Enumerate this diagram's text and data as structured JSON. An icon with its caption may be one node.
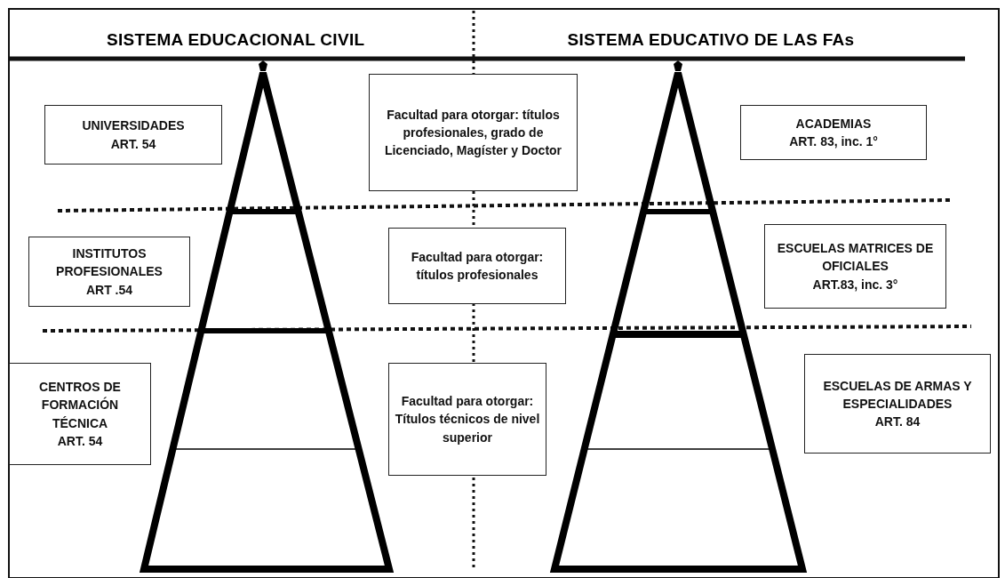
{
  "diagram": {
    "nodes": [
      {
        "text": [
          "UNIVERSIDADES",
          "ART.  54"
        ]
      },
      {
        "text": [
          "Facultad para otorgar: títulos profesionales, grado de Licenciado, Magíster y Doctor"
        ]
      },
      {
        "text": [
          "ACADEMIAS",
          "ART. 83, inc. 1°"
        ]
      },
      {
        "text": [
          "INSTITUTOS PROFESIONALES",
          "ART .54"
        ]
      },
      {
        "text": [
          "Facultad para otorgar: títulos profesionales"
        ]
      },
      {
        "text": [
          "ESCUELAS MATRICES DE OFICIALES",
          "ART.83, inc. 3°"
        ]
      },
      {
        "text": [
          "CENTROS DE FORMACIÓN TÉCNICA",
          "ART.  54"
        ]
      },
      {
        "text": [
          "Facultad para otorgar: Títulos técnicos de nivel superior"
        ]
      },
      {
        "text": [
          "ESCUELAS DE ARMAS Y ESPECIALIDADES",
          "ART. 84"
        ]
      }
    ],
    "labels": [
      "SISTEMA  EDUCACIONAL  CIVIL",
      "SISTEMA  EDUCATIVO DE LAS FAs"
    ]
  }
}
